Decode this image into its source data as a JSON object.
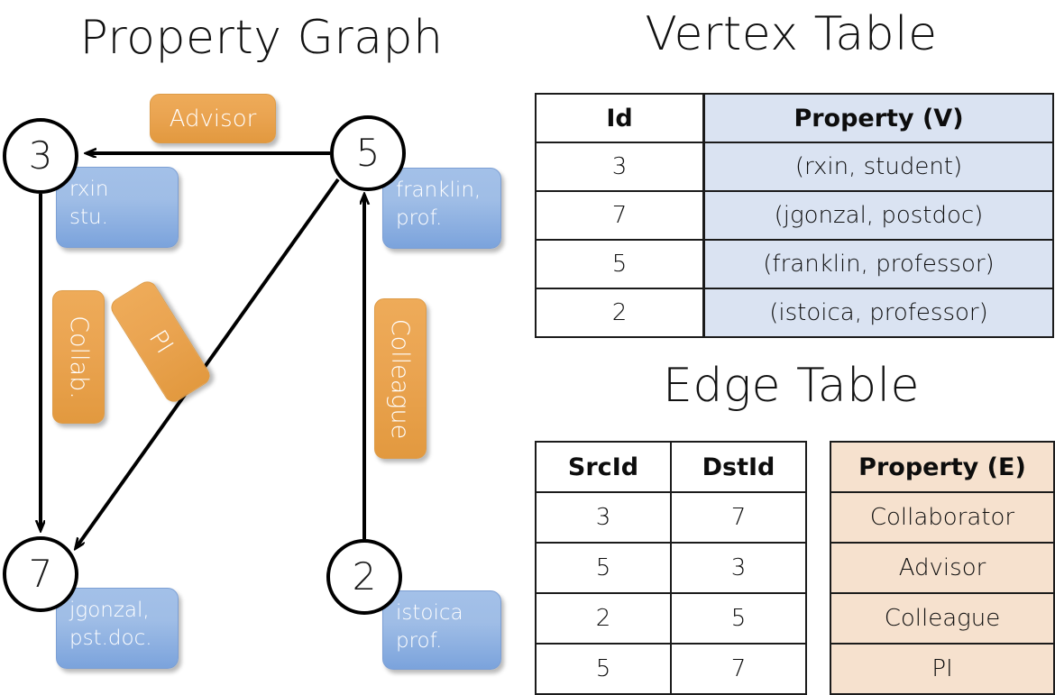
{
  "titles": {
    "property_graph": "Property Graph",
    "vertex_table": "Vertex Table",
    "edge_table": "Edge Table"
  },
  "graph": {
    "nodes": [
      {
        "id": "3",
        "label": "3",
        "property_lines": [
          "rxin",
          "stu."
        ]
      },
      {
        "id": "5",
        "label": "5",
        "property_lines": [
          "franklin,",
          "prof."
        ]
      },
      {
        "id": "7",
        "label": "7",
        "property_lines": [
          "jgonzal,",
          "pst.doc."
        ]
      },
      {
        "id": "2",
        "label": "2",
        "property_lines": [
          "istoica",
          "prof."
        ]
      }
    ],
    "node_properties": {
      "rxin_line1": "rxin",
      "rxin_line2": "stu.",
      "franklin_line1": "franklin,",
      "franklin_line2": "prof.",
      "jgonzal_line1": "jgonzal,",
      "jgonzal_line2": "pst.doc.",
      "istoica_line1": "istoica",
      "istoica_line2": "prof."
    },
    "edge_labels": {
      "advisor": "Advisor",
      "collab": "Collab.",
      "pi": "PI",
      "colleague": "Colleague"
    },
    "edges": [
      {
        "from": "5",
        "to": "3",
        "label": "Advisor"
      },
      {
        "from": "3",
        "to": "7",
        "label": "Collab."
      },
      {
        "from": "5",
        "to": "7",
        "label": "PI"
      },
      {
        "from": "2",
        "to": "5",
        "label": "Colleague"
      }
    ]
  },
  "vertex_table": {
    "headers": [
      "Id",
      "Property (V)"
    ],
    "rows": [
      {
        "id": "3",
        "property": "(rxin, student)"
      },
      {
        "id": "7",
        "property": "(jgonzal, postdoc)"
      },
      {
        "id": "5",
        "property": "(franklin, professor)"
      },
      {
        "id": "2",
        "property": "(istoica, professor)"
      }
    ]
  },
  "edge_table": {
    "headers": [
      "SrcId",
      "DstId",
      "Property (E)"
    ],
    "rows": [
      {
        "src": "3",
        "dst": "7",
        "property": "Collaborator"
      },
      {
        "src": "5",
        "dst": "3",
        "property": "Advisor"
      },
      {
        "src": "2",
        "dst": "5",
        "property": "Colleague"
      },
      {
        "src": "5",
        "dst": "7",
        "property": "PI"
      }
    ]
  },
  "colors": {
    "vertex_property_cell": "#dae3f2",
    "edge_property_cell": "#f6e1ce",
    "node_property_box": "#9fbde6",
    "edge_label_box": "#eaa451",
    "stroke": "#000000",
    "background": "#ffffff"
  }
}
